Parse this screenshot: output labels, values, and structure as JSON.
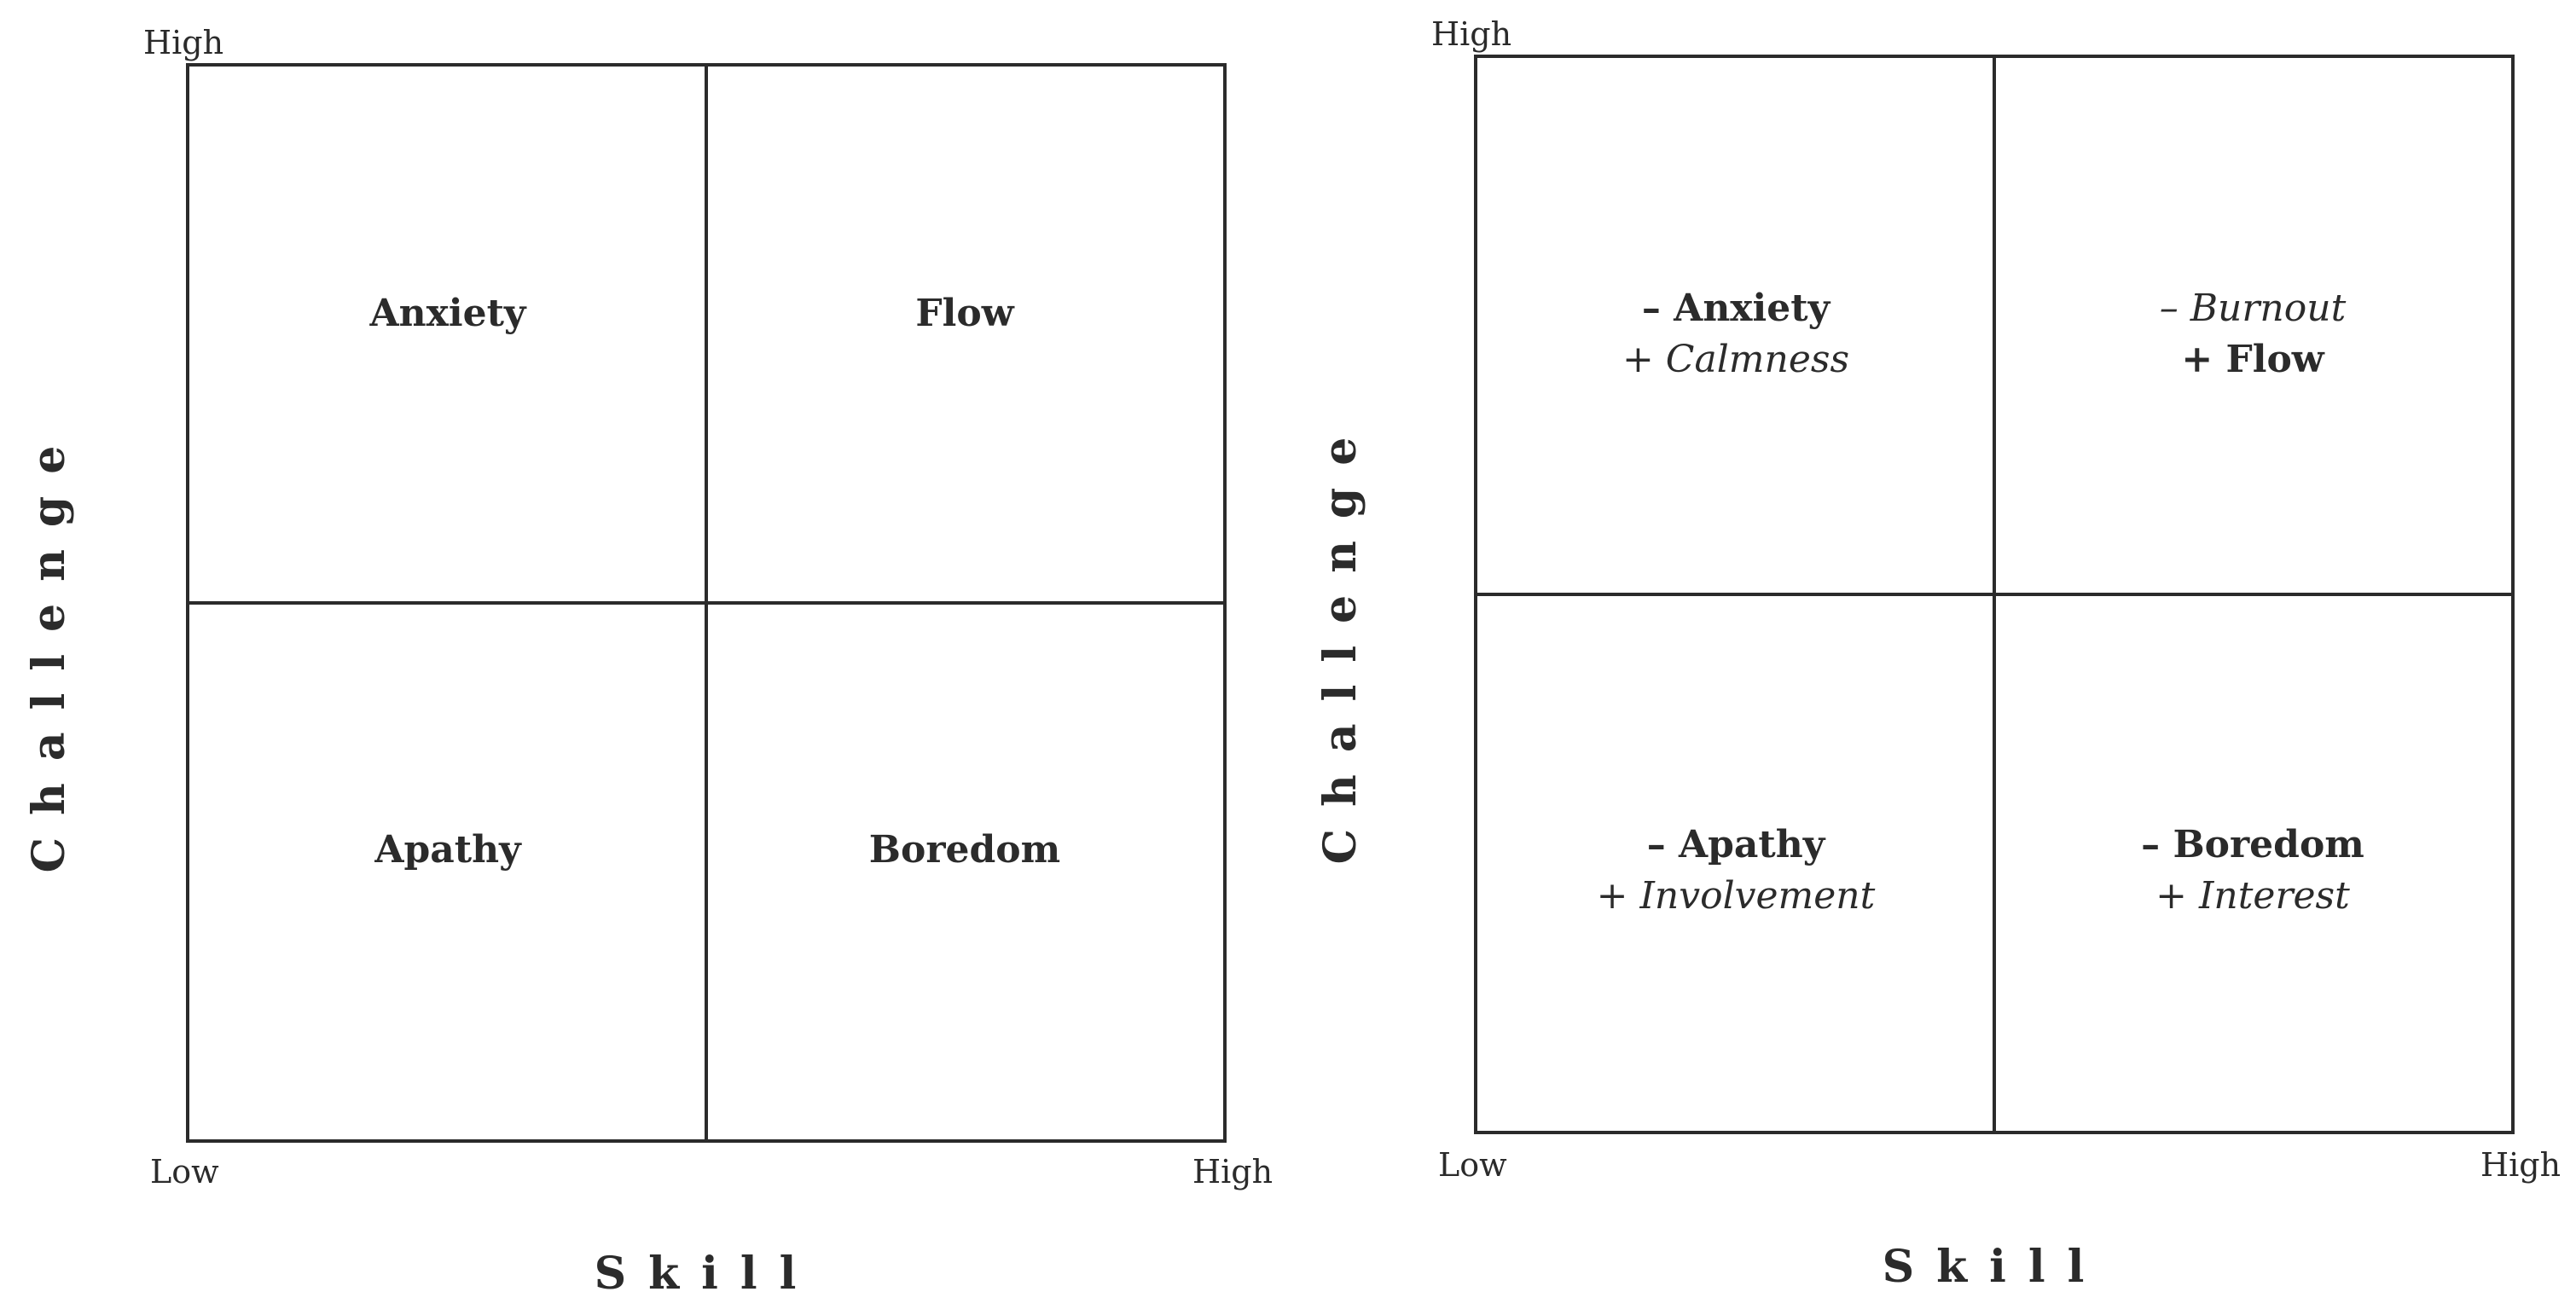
{
  "diagrams": [
    {
      "x_axis_label": "Skill",
      "y_axis_label": "Challenge",
      "y_high": "High",
      "x_low": "Low",
      "x_high": "High",
      "quadrants": {
        "top_left": "Anxiety",
        "top_right": "Flow",
        "bottom_left": "Apathy",
        "bottom_right": "Boredom"
      }
    },
    {
      "x_axis_label": "Skill",
      "y_axis_label": "Challenge",
      "y_high": "High",
      "x_low": "Low",
      "x_high": "High",
      "quadrants": {
        "top_left": [
          "– Anxiety",
          "+ Calmness"
        ],
        "top_right": [
          "– Burnout",
          "+ Flow"
        ],
        "bottom_left": [
          "– Apathy",
          "+ Involvement"
        ],
        "bottom_right": [
          "– Boredom",
          "+ Interest"
        ]
      }
    }
  ]
}
